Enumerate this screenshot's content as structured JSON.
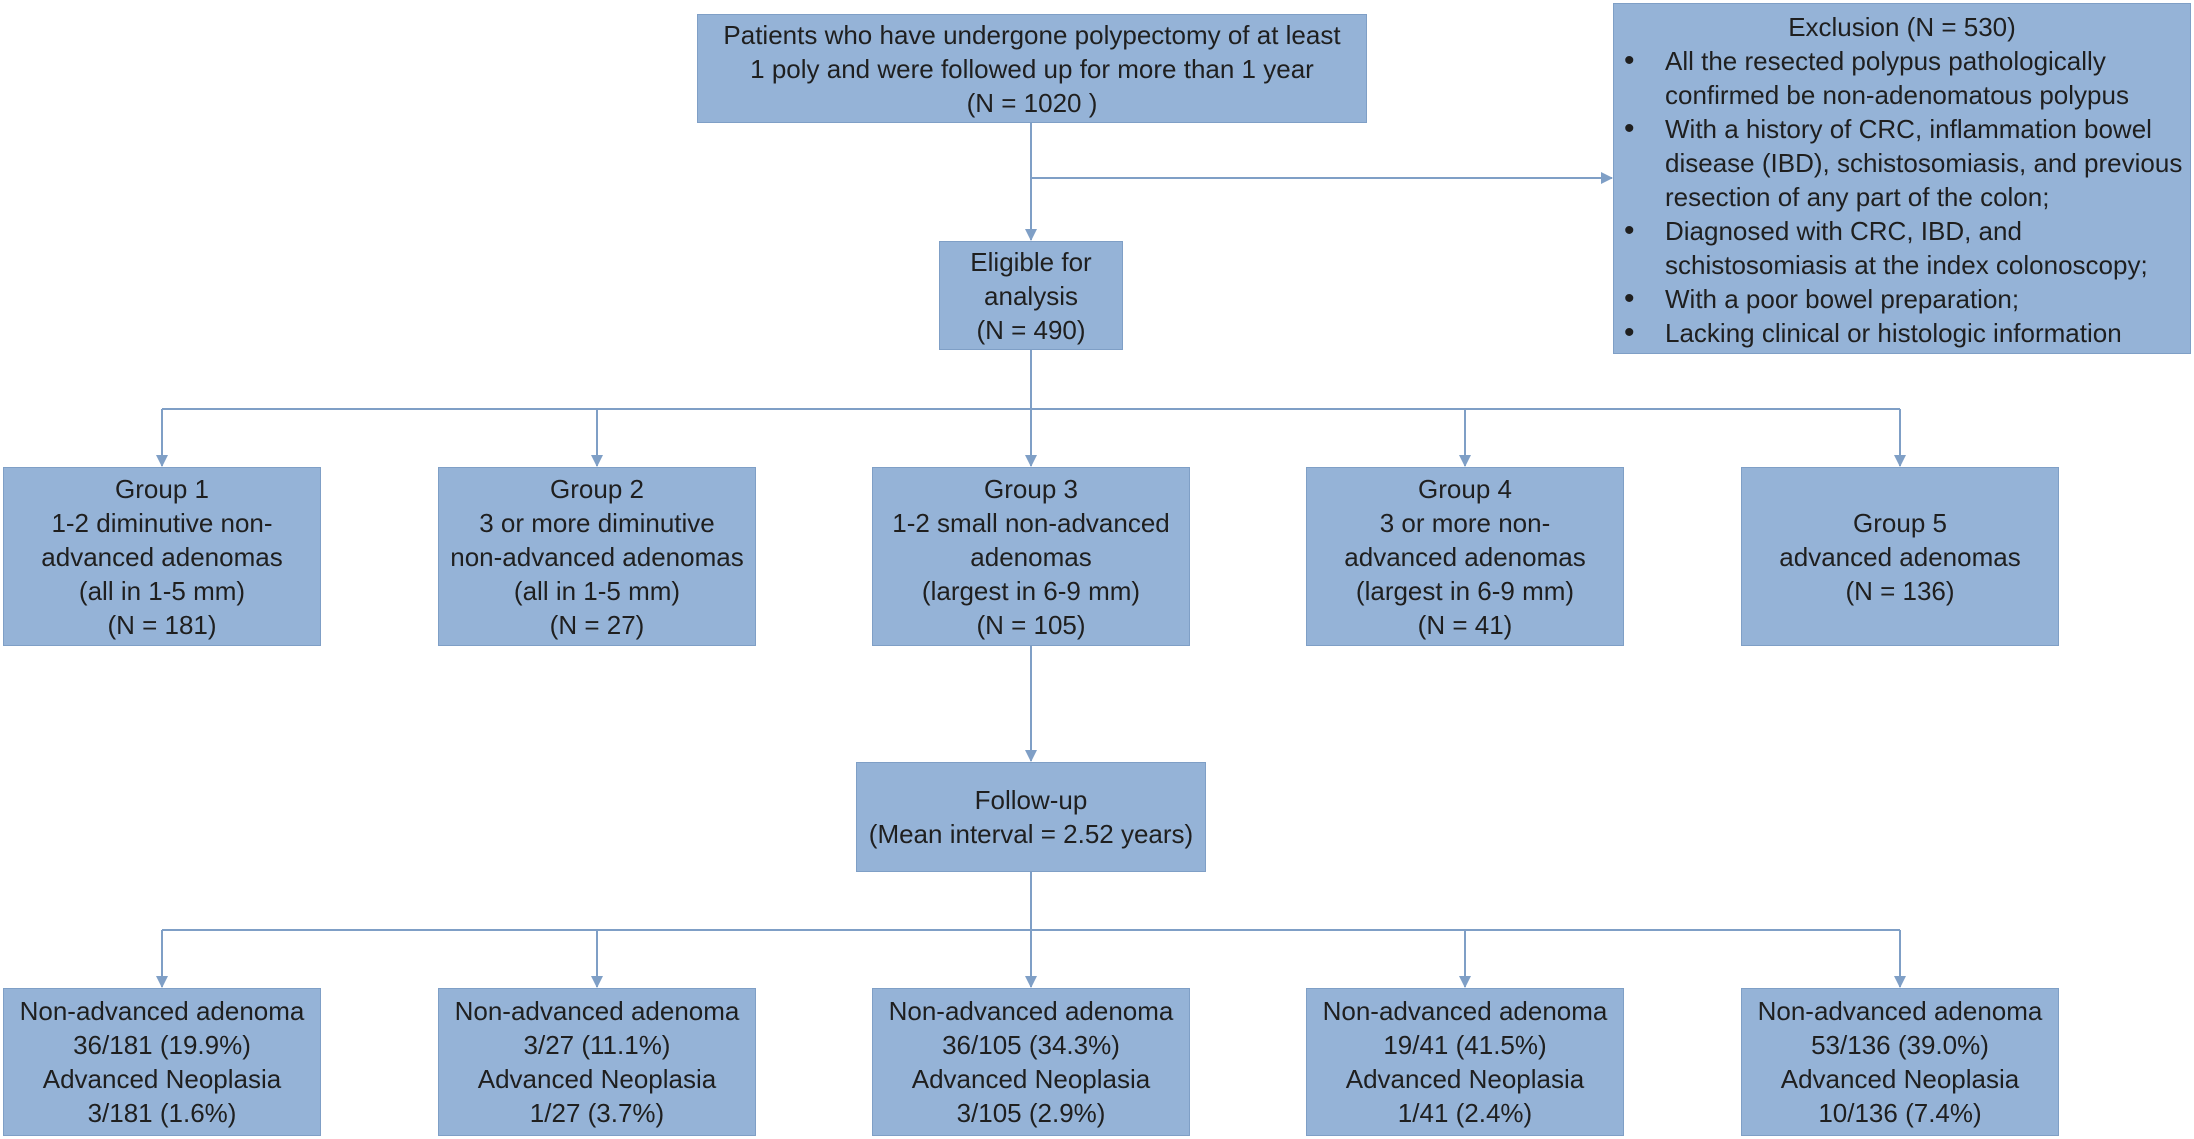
{
  "colors": {
    "box_fill": "#95b3d7",
    "box_border": "#7f9fc6",
    "connector": "#7f9fc6",
    "text": "#1f1f1f"
  },
  "start": {
    "lines": [
      "Patients who have undergone polypectomy of at least",
      "1 poly and were followed up for more than 1 year",
      "(N = 1020 )"
    ]
  },
  "exclusion": {
    "title": "Exclusion (N = 530)",
    "items": [
      "All the resected polypus pathologically\nconfirmed be non-adenomatous polypus",
      "With a history of CRC, inflammation bowel\ndisease (IBD), schistosomiasis, and previous\nresection of any part of the colon;",
      "Diagnosed with CRC, IBD, and\nschistosomiasis at the index colonoscopy;",
      "With a poor bowel preparation;",
      "Lacking clinical or histologic information"
    ]
  },
  "eligible": {
    "lines": [
      "Eligible for",
      "analysis",
      "(N = 490)"
    ]
  },
  "groups": [
    {
      "lines": [
        "Group 1",
        "1-2 diminutive non-",
        "advanced adenomas",
        "(all in 1-5 mm)",
        "(N = 181)"
      ]
    },
    {
      "lines": [
        "Group 2",
        "3 or more diminutive",
        "non-advanced adenomas",
        "(all in 1-5 mm)",
        "(N = 27)"
      ]
    },
    {
      "lines": [
        "Group 3",
        "1-2 small non-advanced",
        "adenomas",
        "(largest in 6-9 mm)",
        "(N = 105)"
      ]
    },
    {
      "lines": [
        "Group 4",
        "3 or more non-",
        "advanced adenomas",
        "(largest in 6-9 mm)",
        "(N = 41)"
      ]
    },
    {
      "lines": [
        "Group 5",
        "advanced adenomas",
        "(N = 136)"
      ]
    }
  ],
  "followup": {
    "lines": [
      "Follow-up",
      "(Mean interval = 2.52 years)"
    ]
  },
  "outcomes": [
    {
      "lines": [
        "Non-advanced adenoma",
        "36/181 (19.9%)",
        "Advanced Neoplasia",
        "3/181 (1.6%)"
      ]
    },
    {
      "lines": [
        "Non-advanced adenoma",
        "3/27 (11.1%)",
        "Advanced Neoplasia",
        "1/27 (3.7%)"
      ]
    },
    {
      "lines": [
        "Non-advanced adenoma",
        "36/105 (34.3%)",
        "Advanced Neoplasia",
        "3/105 (2.9%)"
      ]
    },
    {
      "lines": [
        "Non-advanced adenoma",
        "19/41 (41.5%)",
        "Advanced Neoplasia",
        "1/41 (2.4%)"
      ]
    },
    {
      "lines": [
        "Non-advanced adenoma",
        "53/136 (39.0%)",
        "Advanced Neoplasia",
        "10/136 (7.4%)"
      ]
    }
  ]
}
